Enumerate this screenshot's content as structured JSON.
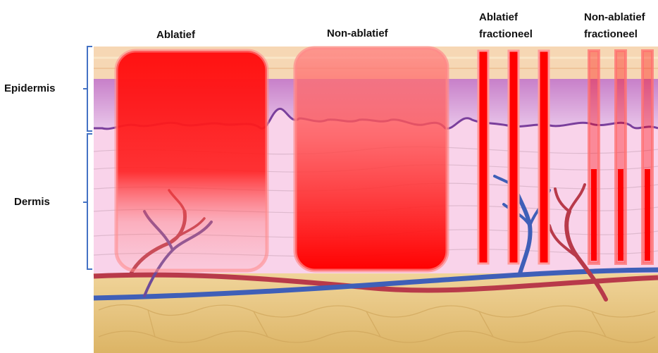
{
  "layer_labels": {
    "epidermis": "Epidermis",
    "dermis": "Dermis"
  },
  "treatments": {
    "ablative": "Ablatief",
    "non_ablative": "Non-ablatief",
    "ablative_fractional": [
      "Ablatief",
      "fractioneel"
    ],
    "non_ablative_fractional": [
      "Non-ablatief",
      "fractioneel"
    ]
  },
  "colors": {
    "laser_red": "#ff0000",
    "epidermis_violet": "#d79bd8",
    "dermis_pink": "#f9d3ea",
    "fat_yellow": "#e8c47d",
    "artery": "#b83a4a",
    "vein": "#3f5fb8"
  }
}
